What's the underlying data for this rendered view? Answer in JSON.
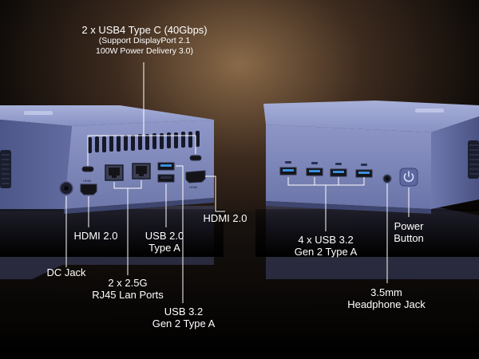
{
  "labels": {
    "usb4": {
      "title": "2 x USB4 Type C (40Gbps)",
      "line2": "(Support DisplayPort 2.1",
      "line3": "100W Power Delivery 3.0)"
    },
    "hdmi_right": "HDMI 2.0",
    "hdmi_left": "HDMI 2.0",
    "usb2": {
      "line1": "USB 2.0",
      "line2": "Type A"
    },
    "dc_jack": "DC Jack",
    "rj45": {
      "line1": "2 x 2.5G",
      "line2": "RJ45 Lan Ports"
    },
    "usb32_rear": {
      "line1": "USB 3.2",
      "line2": "Gen 2 Type A"
    },
    "usb32_front": {
      "line1": "4 x USB 3.2",
      "line2": "Gen 2 Type A"
    },
    "power": {
      "line1": "Power",
      "line2": "Button"
    },
    "headphone": {
      "line1": "3.5mm",
      "line2": "Headphone Jack"
    }
  },
  "port_marks": {
    "hdmi": "HDMI"
  },
  "colors": {
    "background": "#000000",
    "chassis": "#7a86b8",
    "chassis_dark": "#4a5383",
    "port_black": "#141418",
    "usb_blue": "#3a8fe0",
    "leader_line": "#ffffff",
    "warm_glow": "#7a5a3c"
  }
}
